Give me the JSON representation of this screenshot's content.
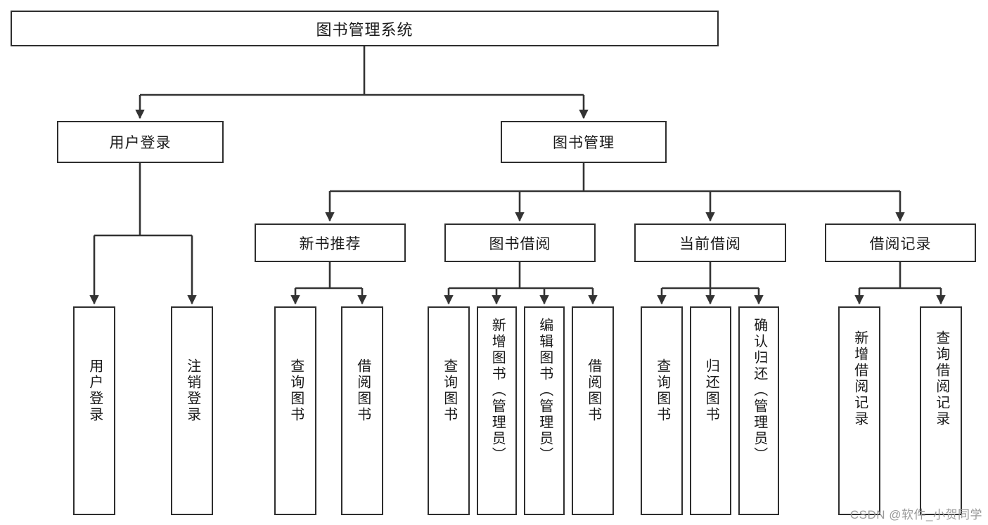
{
  "diagram": {
    "type": "hierarchy-tree",
    "title": "图书管理系统",
    "watermark": "CSDN @软件_小贺同学",
    "colors": {
      "box_border": "#2e2e2e",
      "box_fill": "#ffffff",
      "connector": "#333333",
      "text": "#1a1a1a",
      "watermark": "#9a9a9a",
      "background": "#ffffff"
    },
    "root": {
      "label": "图书管理系统",
      "children": [
        {
          "label": "用户登录",
          "children": [
            {
              "label": "用户登录"
            },
            {
              "label": "注销登录"
            }
          ]
        },
        {
          "label": "图书管理",
          "children": [
            {
              "label": "新书推荐",
              "children": [
                {
                  "label": "查询图书"
                },
                {
                  "label": "借阅图书"
                }
              ]
            },
            {
              "label": "图书借阅",
              "children": [
                {
                  "label": "查询图书"
                },
                {
                  "label": "新增图书（管理员）"
                },
                {
                  "label": "编辑图书（管理员）"
                },
                {
                  "label": "借阅图书"
                }
              ]
            },
            {
              "label": "当前借阅",
              "children": [
                {
                  "label": "查询图书"
                },
                {
                  "label": "归还图书"
                },
                {
                  "label": "确认归还（管理员）"
                }
              ]
            },
            {
              "label": "借阅记录",
              "children": [
                {
                  "label": "新增借阅记录"
                },
                {
                  "label": "查询借阅记录"
                }
              ]
            }
          ]
        }
      ]
    },
    "nodes": {
      "root_title": "图书管理系统",
      "l2_user_login": "用户登录",
      "l2_book_mgmt": "图书管理",
      "l3_new_book_rec": "新书推荐",
      "l3_book_borrow": "图书借阅",
      "l3_current_borrow": "当前借阅",
      "l3_borrow_record": "借阅记录",
      "leaf_user_login": "用户登录",
      "leaf_user_logout": "注销登录",
      "leaf_rec_query_book": "查询图书",
      "leaf_rec_borrow_book": "借阅图书",
      "leaf_borrow_query_book": "查询图书",
      "leaf_borrow_add_book": "新增图书（管理员）",
      "leaf_borrow_edit_book": "编辑图书（管理员）",
      "leaf_borrow_borrow_book": "借阅图书",
      "leaf_current_query_book": "查询图书",
      "leaf_current_return_book": "归还图书",
      "leaf_current_confirm_return": "确认归还（管理员）",
      "leaf_record_add": "新增借阅记录",
      "leaf_record_query": "查询借阅记录"
    }
  }
}
